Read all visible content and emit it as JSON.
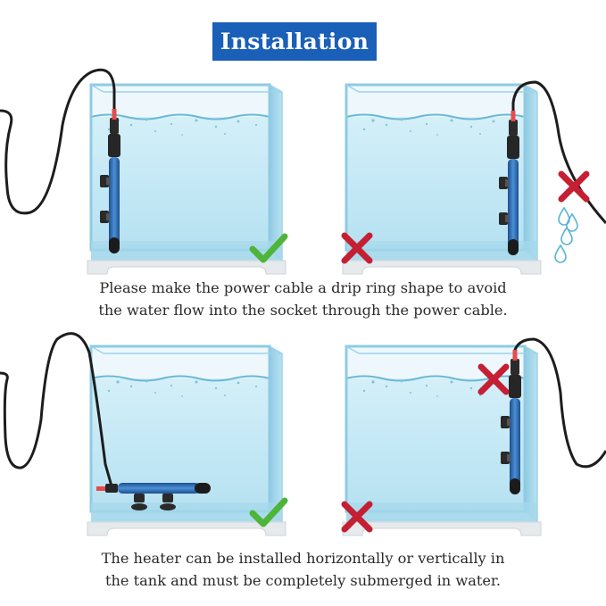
{
  "title": "Installation",
  "colors": {
    "banner": "#1a5fb8",
    "check": "#4fb43a",
    "cross": "#c51f33",
    "water": "#bde4f2",
    "glass": "#9fd3e8"
  },
  "icons": {
    "correct": "check-icon",
    "wrong": "cross-icon",
    "drip": "water-drop-icon"
  },
  "captions": {
    "top": {
      "line1": "Please make the power cable a drip ring shape to avoid",
      "line2": "the water flow into the socket through the power cable."
    },
    "bottom": {
      "line1": "The heater can be installed horizontally or vertically in",
      "line2": "the tank and must be completely submerged in water."
    }
  },
  "panels": [
    {
      "id": "top-left",
      "verdict": "correct",
      "heater": "vertical, submerged, cable with drip loop"
    },
    {
      "id": "top-right",
      "verdict": "wrong",
      "heater": "vertical, cable without drip loop, water dripping"
    },
    {
      "id": "bottom-left",
      "verdict": "correct",
      "heater": "horizontal, submerged"
    },
    {
      "id": "bottom-right",
      "verdict": "wrong",
      "heater": "vertical, top above water line"
    }
  ]
}
